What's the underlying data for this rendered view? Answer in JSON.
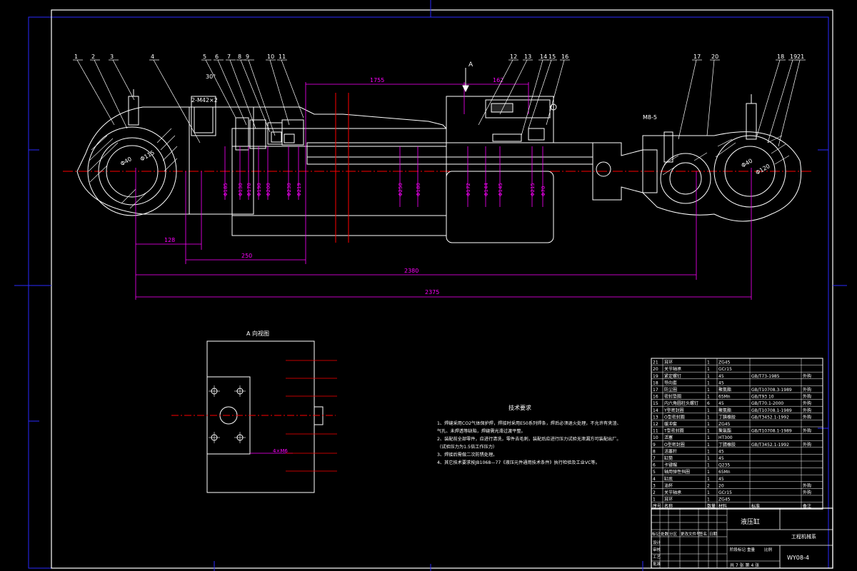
{
  "colors": {
    "background": "#000000",
    "outline": "#ffffff",
    "dimension": "#ff00ff",
    "centerline": "#ff0000",
    "border": "#2a2aff",
    "hatch": "#ffffff"
  },
  "balloons": [
    "1",
    "2",
    "3",
    "4",
    "5",
    "6",
    "7",
    "8",
    "9",
    "10",
    "11",
    "12",
    "13",
    "14",
    "15",
    "16",
    "17",
    "18",
    "19",
    "20",
    "21"
  ],
  "dimensions": {
    "overall": "2375",
    "length_2": "2380",
    "stroke": "1755",
    "len_250": "250",
    "len_128": "128",
    "len_162": "162",
    "angle": "30°",
    "thread": "2-M42×2",
    "thread_m": "M8-5",
    "dia_left": "Φ40",
    "dia_left2": "Φ115",
    "dia_right": "Φ120",
    "dia_right2": "Φ40",
    "bores": [
      "Φ185",
      "Φ130",
      "Φ170",
      "Φ190",
      "Φ200",
      "Φ230",
      "Φ219",
      "Φ250",
      "Φ180",
      "Φ172",
      "Φ144",
      "Φ145",
      "Φ215",
      "Φ70"
    ]
  },
  "section_a": {
    "arrow_label": "A",
    "title": "A 向视图",
    "dim_label": "4×M6"
  },
  "tech_req": {
    "title": "技术要求",
    "lines": [
      "1、焊缝采用CO2气体保护焊，焊接时采用E50系列焊条，焊后必须退火处理，不允许有夹渣、",
      "   气孔、未焊透等缺陷，焊缝需光滑过渡平整。",
      "2、装配前全部零件，应进行清洗，零件去毛刺，装配后应进行压力试验无泄漏方可装配出厂。",
      "   （试验压力为1.5倍工作压力）",
      "3、焊接后需做二次防锈处理。",
      "4、其它技术要求按JB1068—77《液压元件通用技术条件》执行检验及工业VC等。"
    ]
  },
  "parts_table": {
    "rows": [
      {
        "no": "21",
        "name": "耳环",
        "qty": "1",
        "mat": "ZG45",
        "std": "",
        "note": ""
      },
      {
        "no": "20",
        "name": "关节轴承",
        "qty": "1",
        "mat": "GCr15",
        "std": "",
        "note": ""
      },
      {
        "no": "19",
        "name": "紧定螺钉",
        "qty": "1",
        "mat": "45",
        "std": "GB/T73-1985",
        "note": "外购"
      },
      {
        "no": "18",
        "name": "导向套",
        "qty": "1",
        "mat": "45",
        "std": "",
        "note": ""
      },
      {
        "no": "17",
        "name": "防尘圈",
        "qty": "1",
        "mat": "聚氨酯",
        "std": "GB/T10708.3-1989",
        "note": "外购"
      },
      {
        "no": "16",
        "name": "密封垫圈",
        "qty": "1",
        "mat": "65Mn",
        "std": "GB/T93 10",
        "note": "外购"
      },
      {
        "no": "15",
        "name": "内六角圆柱头螺钉",
        "qty": "6",
        "mat": "45",
        "std": "GB/T70.1-2000",
        "note": "外购"
      },
      {
        "no": "14",
        "name": "Y型密封圈",
        "qty": "1",
        "mat": "聚氨酯",
        "std": "GB/T10708.1-1989",
        "note": "外购"
      },
      {
        "no": "13",
        "name": "O型密封圈",
        "qty": "1",
        "mat": "丁腈橡胶",
        "std": "GB/T3452.1-1992",
        "note": "外购"
      },
      {
        "no": "12",
        "name": "缓冲套",
        "qty": "1",
        "mat": "ZG45",
        "std": "",
        "note": ""
      },
      {
        "no": "11",
        "name": "T型密封圈",
        "qty": "1",
        "mat": "聚氨酯",
        "std": "GB/T10708.1-1989",
        "note": "外购"
      },
      {
        "no": "10",
        "name": "活塞",
        "qty": "1",
        "mat": "HT300",
        "std": "",
        "note": ""
      },
      {
        "no": "9",
        "name": "O型密封圈",
        "qty": "1",
        "mat": "丁腈橡胶",
        "std": "GB/T3452.1-1992",
        "note": "外购"
      },
      {
        "no": "8",
        "name": "活塞杆",
        "qty": "1",
        "mat": "45",
        "std": "",
        "note": ""
      },
      {
        "no": "7",
        "name": "缸筒",
        "qty": "1",
        "mat": "45",
        "std": "",
        "note": ""
      },
      {
        "no": "6",
        "name": "卡键帽",
        "qty": "1",
        "mat": "Q235",
        "std": "",
        "note": ""
      },
      {
        "no": "5",
        "name": "轴用弹性挡圈",
        "qty": "1",
        "mat": "65Mn",
        "std": "",
        "note": ""
      },
      {
        "no": "4",
        "name": "缸底",
        "qty": "1",
        "mat": "45",
        "std": "",
        "note": ""
      },
      {
        "no": "3",
        "name": "油杯",
        "qty": "2",
        "mat": "20",
        "std": "",
        "note": "外购"
      },
      {
        "no": "2",
        "name": "关节轴承",
        "qty": "1",
        "mat": "GCr15",
        "std": "",
        "note": "外购"
      },
      {
        "no": "1",
        "name": "耳环",
        "qty": "1",
        "mat": "ZG45",
        "std": "",
        "note": ""
      }
    ],
    "header": {
      "no": "序号",
      "name": "名称",
      "qty": "数量",
      "mat": "材料",
      "std": "标准",
      "note": "备注"
    }
  },
  "title_block": {
    "assembly": "液压缸",
    "design_unit": "工程机械系",
    "drawing_no": "WY08-4",
    "sheet": "共 7 张  第 4 张",
    "roles": [
      "标记",
      "处数",
      "分区",
      "更改文件号",
      "签名",
      "日期"
    ],
    "roles2": [
      "设计",
      "审核",
      "工艺",
      "批准"
    ],
    "stage": [
      "阶段标记",
      "重量",
      "比例"
    ]
  }
}
